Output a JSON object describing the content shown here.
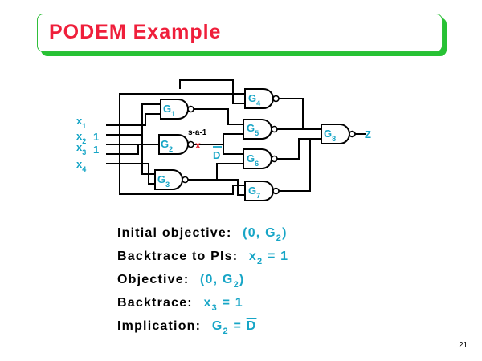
{
  "title": "PODEM Example",
  "page_number": "21",
  "inputs": [
    {
      "name": "x",
      "sub": "1",
      "value": ""
    },
    {
      "name": "x",
      "sub": "2",
      "value": "1"
    },
    {
      "name": "x",
      "sub": "3",
      "value": "1"
    },
    {
      "name": "x",
      "sub": "4",
      "value": ""
    }
  ],
  "gates": [
    {
      "id": "G1",
      "name": "G",
      "sub": "1"
    },
    {
      "id": "G2",
      "name": "G",
      "sub": "2"
    },
    {
      "id": "G3",
      "name": "G",
      "sub": "3"
    },
    {
      "id": "G4",
      "name": "G",
      "sub": "4"
    },
    {
      "id": "G5",
      "name": "G",
      "sub": "5"
    },
    {
      "id": "G6",
      "name": "G",
      "sub": "6"
    },
    {
      "id": "G7",
      "name": "G",
      "sub": "7"
    },
    {
      "id": "G8",
      "name": "G",
      "sub": "8"
    }
  ],
  "fault": {
    "label": "s-a-1",
    "mark": "x",
    "value": "D"
  },
  "output": "Z",
  "steps": [
    {
      "label": "Initial objective:",
      "value": "(0, G2)"
    },
    {
      "label": "Backtrace to PIs:",
      "value": "x2 = 1"
    },
    {
      "label": "Objective:",
      "value": "(0, G2)"
    },
    {
      "label": "Backtrace:",
      "value": "x3 = 1"
    },
    {
      "label": "Implication:",
      "value": "G2 = D"
    }
  ],
  "colors": {
    "title": "#ef1f3b",
    "accent": "#16a5c6",
    "frame": "#27c234",
    "fault_mark": "#e8222d"
  }
}
